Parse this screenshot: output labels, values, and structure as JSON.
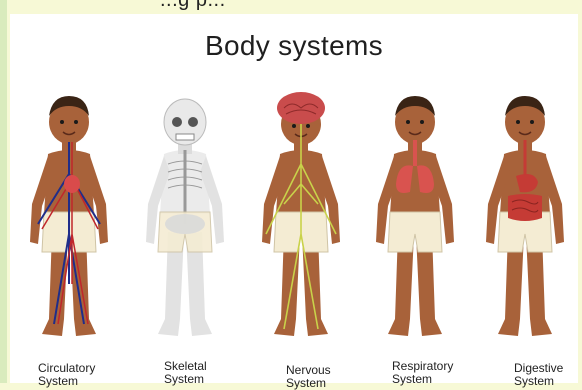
{
  "top_partial_text": "...g p...",
  "title": "Body systems",
  "systems": [
    {
      "line1": "Circulatory",
      "line2": "System"
    },
    {
      "line1": "Skeletal",
      "line2": "System"
    },
    {
      "line1": "Nervous",
      "line2": "System"
    },
    {
      "line1": "Respiratory",
      "line2": "System"
    },
    {
      "line1": "Digestive",
      "line2": "System"
    }
  ],
  "colors": {
    "background": "#f7f9d6",
    "panel": "#ffffff",
    "skin": "#a8623a",
    "hair": "#3a2415",
    "shorts": "#f4ecd3",
    "veins": "#1f2d8a",
    "arteries": "#c0262b",
    "bones": "#e2e2e2",
    "nerves": "#c9d24a",
    "brain": "#c94c4c",
    "lungs": "#d9534f",
    "digestive": "#c53b35"
  }
}
